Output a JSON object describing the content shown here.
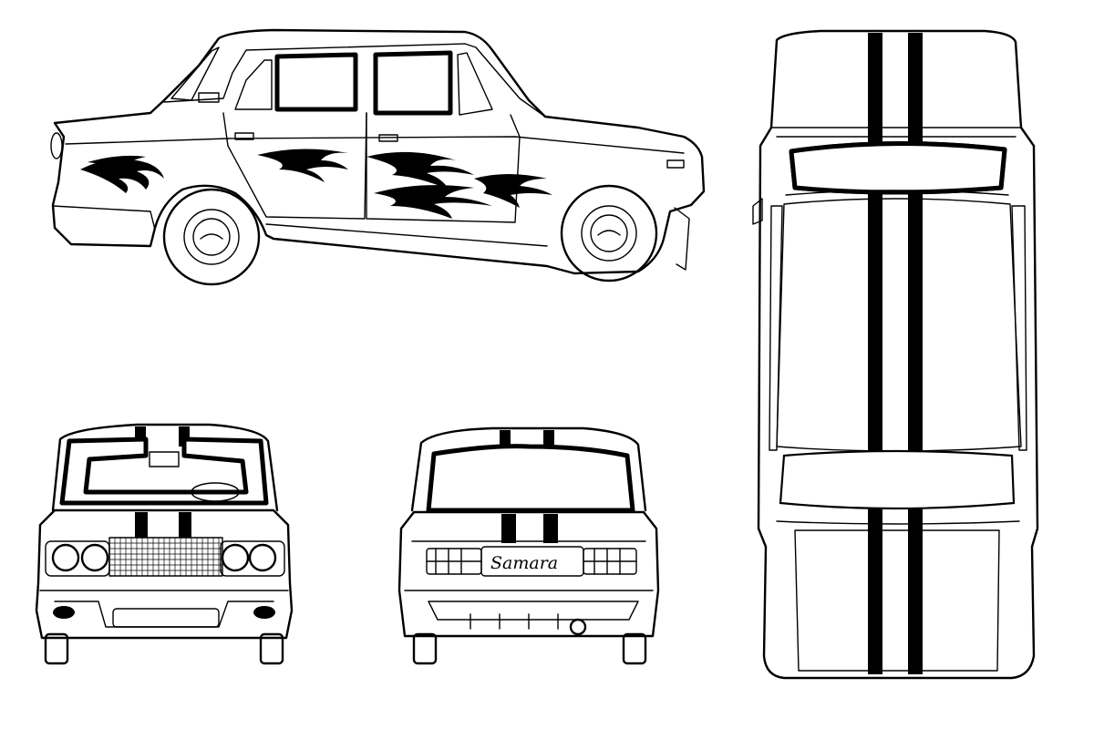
{
  "colors": {
    "line": "#000000",
    "paper": "#ffffff",
    "stripe": "#000000"
  },
  "views": [
    {
      "id": "side",
      "name": "side-view"
    },
    {
      "id": "front",
      "name": "front-view"
    },
    {
      "id": "rear",
      "name": "rear-view"
    },
    {
      "id": "top",
      "name": "top-view"
    }
  ],
  "rear": {
    "badge_text": "Samara"
  },
  "decals": {
    "side": "flames",
    "top_front_rear": "racing-stripes"
  }
}
